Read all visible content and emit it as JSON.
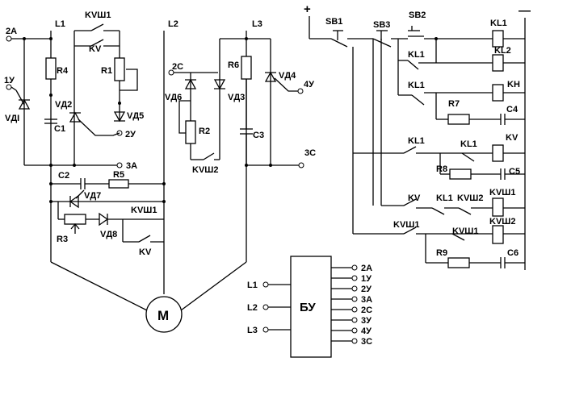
{
  "lines": {
    "l1": "L1",
    "l2": "L2",
    "l3": "L3"
  },
  "supply": {
    "plus": "+",
    "minus": "—"
  },
  "nodes": {
    "n2a": "2A",
    "n1u": "1У",
    "n2u": "2У",
    "n3a": "3A",
    "n2c": "2C",
    "n4u": "4У",
    "n3c": "3C"
  },
  "components": {
    "r1": "R1",
    "r2": "R2",
    "r3": "R3",
    "r4": "R4",
    "r5": "R5",
    "r6": "R6",
    "r7": "R7",
    "r8": "R8",
    "r9": "R9",
    "c1": "C1",
    "c2": "C2",
    "c3": "C3",
    "c4": "C4",
    "c5": "C5",
    "c6": "C6",
    "vd1": "VДI",
    "vd2": "VД2",
    "vd3": "VД3",
    "vd4": "VД4",
    "vd5": "VД5",
    "vd6": "VД6",
    "vd7": "VД7",
    "vd8": "VД8"
  },
  "contacts": {
    "kvsh1_top": "KVШ1",
    "kv_top": "KV",
    "kvsh1_mid": "KVШ1",
    "kv_bot": "KV",
    "kvsh2_left": "KVШ2",
    "sb1": "SB1",
    "sb3": "SB3",
    "sb2": "SB2",
    "kl1_a": "KL1",
    "kl1_b": "KL1",
    "kl1_c": "KL1",
    "kl1_d": "KL1",
    "kv_e": "KV",
    "kl1_e": "KL1",
    "kvsh2_e": "KVШ2",
    "kvsh1_f": "KVШ1",
    "kvsh1_g": "KVШ1"
  },
  "coils": {
    "kl1": "KL1",
    "kl2": "KL2",
    "kh": "KH",
    "kv": "KV",
    "kvsh1": "KVШ1",
    "kvsh2": "KVШ2"
  },
  "motor": "M",
  "control_unit": {
    "label": "БУ",
    "inputs": [
      "L1",
      "L2",
      "L3"
    ],
    "outputs": [
      "2A",
      "1У",
      "2У",
      "3A",
      "2C",
      "3У",
      "4У",
      "3C"
    ]
  }
}
